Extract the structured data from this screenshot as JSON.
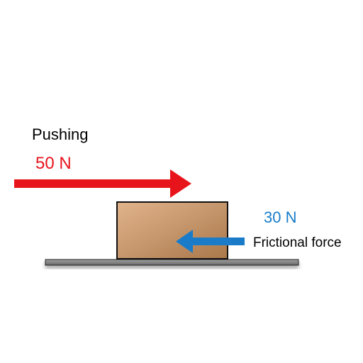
{
  "diagram": {
    "push": {
      "title": "Pushing",
      "value": "50 N"
    },
    "friction": {
      "value": "30 N",
      "title": "Frictional force"
    }
  },
  "colors": {
    "push": "#e8141c",
    "friction": "#1a7cc8",
    "label": "#000000",
    "box_light": "#e2b48c",
    "box_dark": "#a9784b",
    "ground": "#7c7c7c"
  }
}
